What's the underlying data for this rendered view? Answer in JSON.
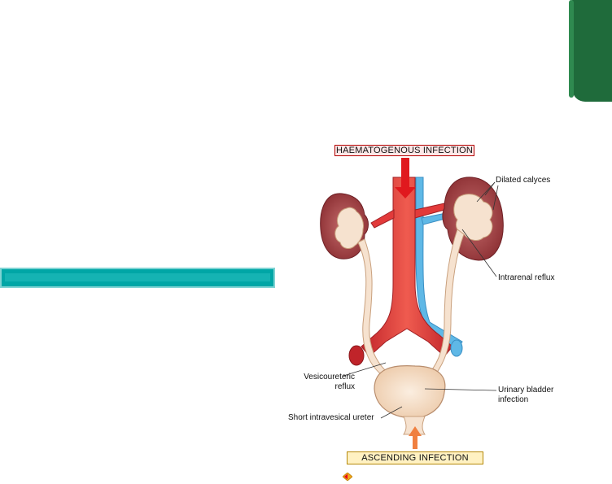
{
  "figure": {
    "top_label": "HAEMATOGENOUS INFECTION",
    "bottom_label": "ASCENDING INFECTION",
    "annotations": {
      "dilated_calyces": "Dilated calyces",
      "intrarenal_reflux": "Intrarenal reflux",
      "vesicoureteric_line1": "Vesicoureteric",
      "vesicoureteric_line2": "reflux",
      "urinary_bladder_line1": "Urinary bladder",
      "urinary_bladder_line2": "infection",
      "short_ureter": "Short intravesical ureter"
    }
  },
  "icons": {
    "nav": "diamond-arrow-icon"
  },
  "colors": {
    "tab_green": "#1f6b3b",
    "bar_teal": "#00a6a6",
    "artery_red": "#e23a3a",
    "vein_blue": "#5fb8e6",
    "kidney": "#a8484a",
    "tissue": "#f6e2cf",
    "arrow_orange": "#f08040"
  }
}
